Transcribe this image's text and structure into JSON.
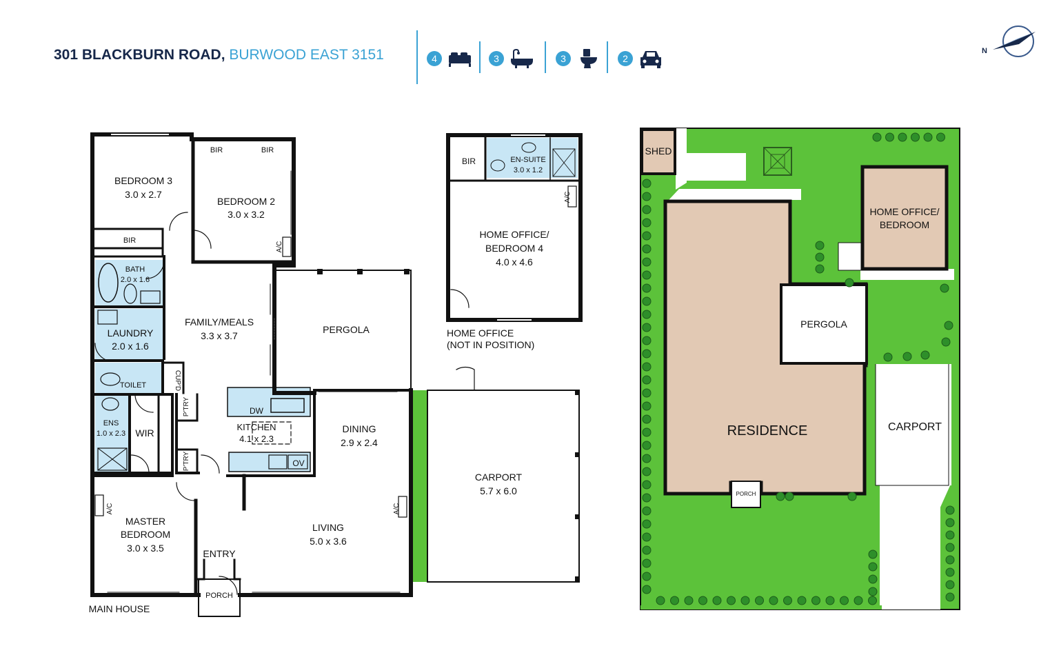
{
  "header": {
    "address": "301 BLACKBURN ROAD,",
    "suburb": " BURWOOD EAST 3151",
    "features": [
      {
        "count": "4",
        "icon": "bed-icon"
      },
      {
        "count": "3",
        "icon": "bathtub-icon"
      },
      {
        "count": "3",
        "icon": "toilet-icon"
      },
      {
        "count": "2",
        "icon": "car-icon"
      }
    ],
    "compass_label": "N"
  },
  "plan": {
    "bedroom3": {
      "name": "BEDROOM 3",
      "size": "3.0 x 2.7"
    },
    "bedroom2": {
      "name": "BEDROOM 2",
      "size": "3.0 x 3.2"
    },
    "bir": "BIR",
    "bath": {
      "name": "BATH",
      "size": "2.0 x 1.6"
    },
    "laundry": {
      "name": "LAUNDRY",
      "size": "2.0 x 1.6"
    },
    "toilet": "TOILET",
    "cupd": "CUP'D",
    "ptry": "P'TRY",
    "ens": {
      "name": "ENS",
      "size": "1.0 x 2.3"
    },
    "wir": "WIR",
    "family": {
      "name": "FAMILY/MEALS",
      "size": "3.3 x 3.7"
    },
    "pergola": "PERGOLA",
    "kitchen": {
      "name": "KITCHEN",
      "size": "4.1 x 2.3"
    },
    "dw": "DW",
    "ov": "OV",
    "dining": {
      "name": "DINING",
      "size": "2.9 x 2.4"
    },
    "living": {
      "name": "LIVING",
      "size": "5.0 x 3.6"
    },
    "master": {
      "name1": "MASTER",
      "name2": "BEDROOM",
      "size": "3.0 x 3.5"
    },
    "entry": "ENTRY",
    "porch": "PORCH",
    "main_house": "MAIN HOUSE",
    "ac": "A/C",
    "carport": {
      "name": "CARPORT",
      "size": "5.7 x 6.0"
    },
    "office": {
      "name1": "HOME OFFICE/",
      "name2": "BEDROOM 4",
      "size": "4.0 x 4.6"
    },
    "ensuite": {
      "name": "EN-SUITE",
      "size": "3.0 x 1.2"
    },
    "office_caption1": "HOME OFFICE",
    "office_caption2": "(NOT IN POSITION)"
  },
  "site": {
    "shed": "SHED",
    "office1": "HOME OFFICE/",
    "office2": "BEDROOM",
    "pergola": "PERGOLA",
    "residence": "RESIDENCE",
    "carport": "CARPORT",
    "porch": "PORCH"
  },
  "colors": {
    "navy": "#17284a",
    "accent": "#3aa2d4",
    "wet_area": "#c8e6f5",
    "lawn": "#5cc23a",
    "building": "#e2c9b4",
    "shrub": "#2e8f2a"
  }
}
